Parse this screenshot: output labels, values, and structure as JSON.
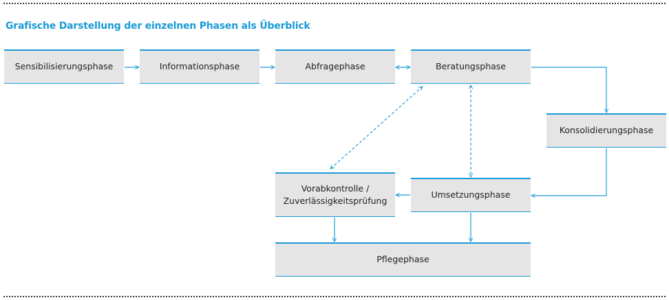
{
  "title": "Grafische Darstellung der einzelnen Phasen als Überblick",
  "phases": {
    "sensibilisierung": "Sensibilisierungsphase",
    "information": "Informationsphase",
    "abfrage": "Abfragephase",
    "beratung": "Beratungsphase",
    "konsolidierung": "Konsolidierungsphase",
    "vorabkontrolle_line1": "Vorabkontrolle /",
    "vorabkontrolle_line2": "Zuverlässigkeitsprüfung",
    "umsetzung": "Umsetzungsphase",
    "pflege": "Pflegephase"
  },
  "colors": {
    "accent": "#1a9ad6",
    "box_fill": "#e5e5e5",
    "text": "#222222",
    "rule": "#333333"
  }
}
